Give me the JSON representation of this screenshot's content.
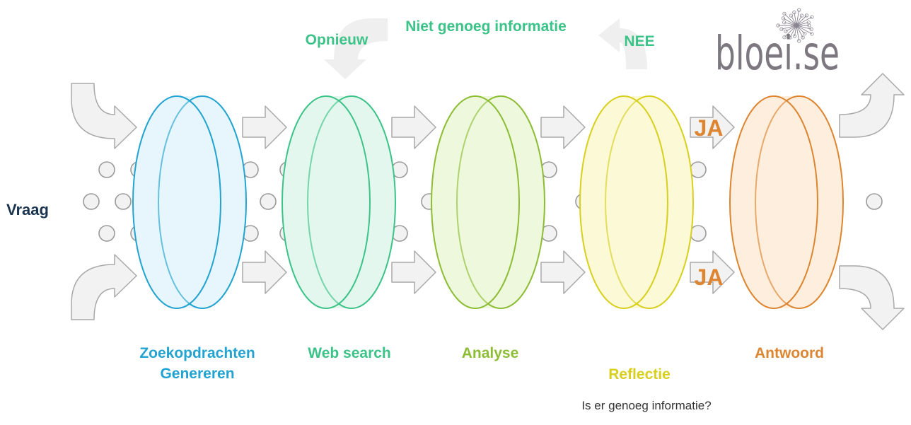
{
  "colors": {
    "stage1": "#22a3d1",
    "stage2": "#3cc388",
    "stage3": "#8cbd34",
    "stage4": "#d8cf1e",
    "stage5": "#dd8530",
    "question_text": "#1b3550",
    "loop_text": "#3cc388",
    "ja_text": "#dd8530",
    "arrow_fill": "#f2f2f2",
    "arrow_stroke": "#a9a9a9",
    "dot_fill": "#f2f2f2",
    "dot_stroke": "#9a9a9a",
    "logo_text": "#7d7780",
    "note_text": "#333333"
  },
  "input_label": "Vraag",
  "stages": [
    {
      "id": "generate",
      "label_lines": [
        "Zoekopdrachten",
        "Genereren"
      ]
    },
    {
      "id": "web-search",
      "label_lines": [
        "Web search"
      ]
    },
    {
      "id": "analysis",
      "label_lines": [
        "Analyse"
      ]
    },
    {
      "id": "reflection",
      "label_lines": [
        "Reflectie"
      ],
      "note": "Is er genoeg informatie?"
    },
    {
      "id": "answer",
      "label_lines": [
        "Antwoord"
      ]
    }
  ],
  "loop": {
    "no_label": "NEE",
    "reason_label": "Niet genoeg informatie",
    "retry_label": "Opnieuw"
  },
  "yes_labels": [
    "JA",
    "JA"
  ],
  "logo": {
    "text": "bloei.se"
  }
}
